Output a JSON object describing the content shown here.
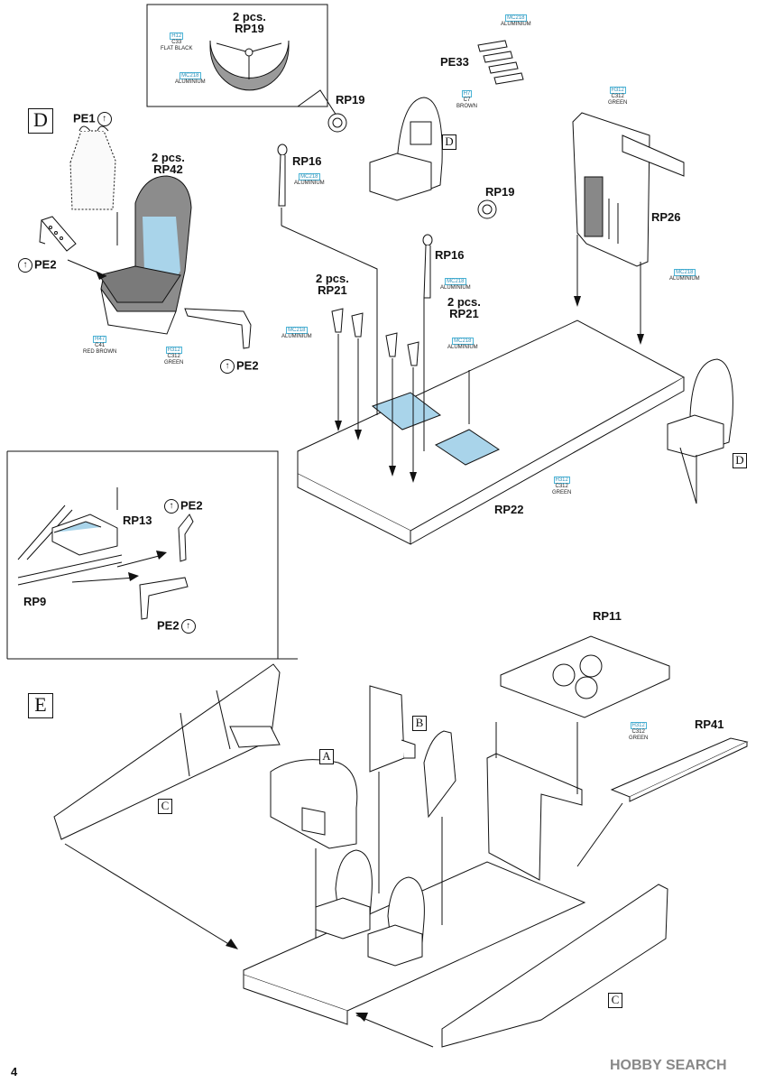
{
  "step_d": {
    "letter": "D",
    "labels": {
      "pe1": "PE1",
      "seat_qty": "2 pcs.",
      "rp42": "RP42",
      "pe2_left": "PE2",
      "pe2_bottom": "PE2",
      "rp19_top": "RP19",
      "rp16_left": "RP16",
      "pe33": "PE33",
      "rp19_mid": "RP19",
      "rp16_mid": "RP16",
      "rp26": "RP26",
      "rp21_left_qty": "2 pcs.",
      "rp21_left": "RP21",
      "rp21_right_qty": "2 pcs.",
      "rp21_right": "RP21",
      "rp22": "RP22",
      "rp13": "RP13",
      "pe2_inset_top": "PE2",
      "rp9": "RP9",
      "pe2_inset_bottom": "PE2"
    },
    "inset": {
      "qty": "2 pcs.",
      "part": "RP19"
    },
    "tag_d_1": "D",
    "tag_d_2": "D"
  },
  "step_e": {
    "letter": "E",
    "labels": {
      "rp11": "RP11",
      "rp41": "RP41"
    },
    "tags": {
      "a": "A",
      "b": "B",
      "c_left": "C",
      "c_right": "C"
    }
  },
  "paints": {
    "inset_black": {
      "code": "H12",
      "c": "C33",
      "name": "FLAT BLACK"
    },
    "inset_alu": {
      "code": "MC218",
      "name": "ALUMINIUM"
    },
    "pe33_alu": {
      "code": "MC218",
      "name": "ALUMINIUM"
    },
    "pe33_brown": {
      "code": "H7",
      "c": "C7",
      "name": "BROWN"
    },
    "rp26_green": {
      "code": "H312",
      "c": "C312",
      "name": "GREEN"
    },
    "rp26_alu": {
      "code": "MC218",
      "name": "ALUMINIUM"
    },
    "rp16_alu": {
      "code": "MC218",
      "name": "ALUMINIUM"
    },
    "rp16b_alu": {
      "code": "MC218",
      "name": "ALUMINIUM"
    },
    "rp21l_alu": {
      "code": "MC218",
      "name": "ALUMINIUM"
    },
    "rp21r_alu": {
      "code": "MC218",
      "name": "ALUMINIUM"
    },
    "rp22_green": {
      "code": "H312",
      "c": "C312",
      "name": "GREEN"
    },
    "seat_brown": {
      "code": "H47",
      "c": "C41",
      "name": "RED BROWN"
    },
    "seat_green": {
      "code": "H312",
      "c": "C312",
      "name": "GREEN"
    },
    "rp11_green": {
      "code": "H312",
      "c": "C312",
      "name": "GREEN"
    }
  },
  "page_number": "4",
  "watermark": "HOBBY SEARCH",
  "colors": {
    "paint_blue": "#a9d4ea",
    "paint_grey": "#8c8c8c",
    "line": "#111111"
  }
}
